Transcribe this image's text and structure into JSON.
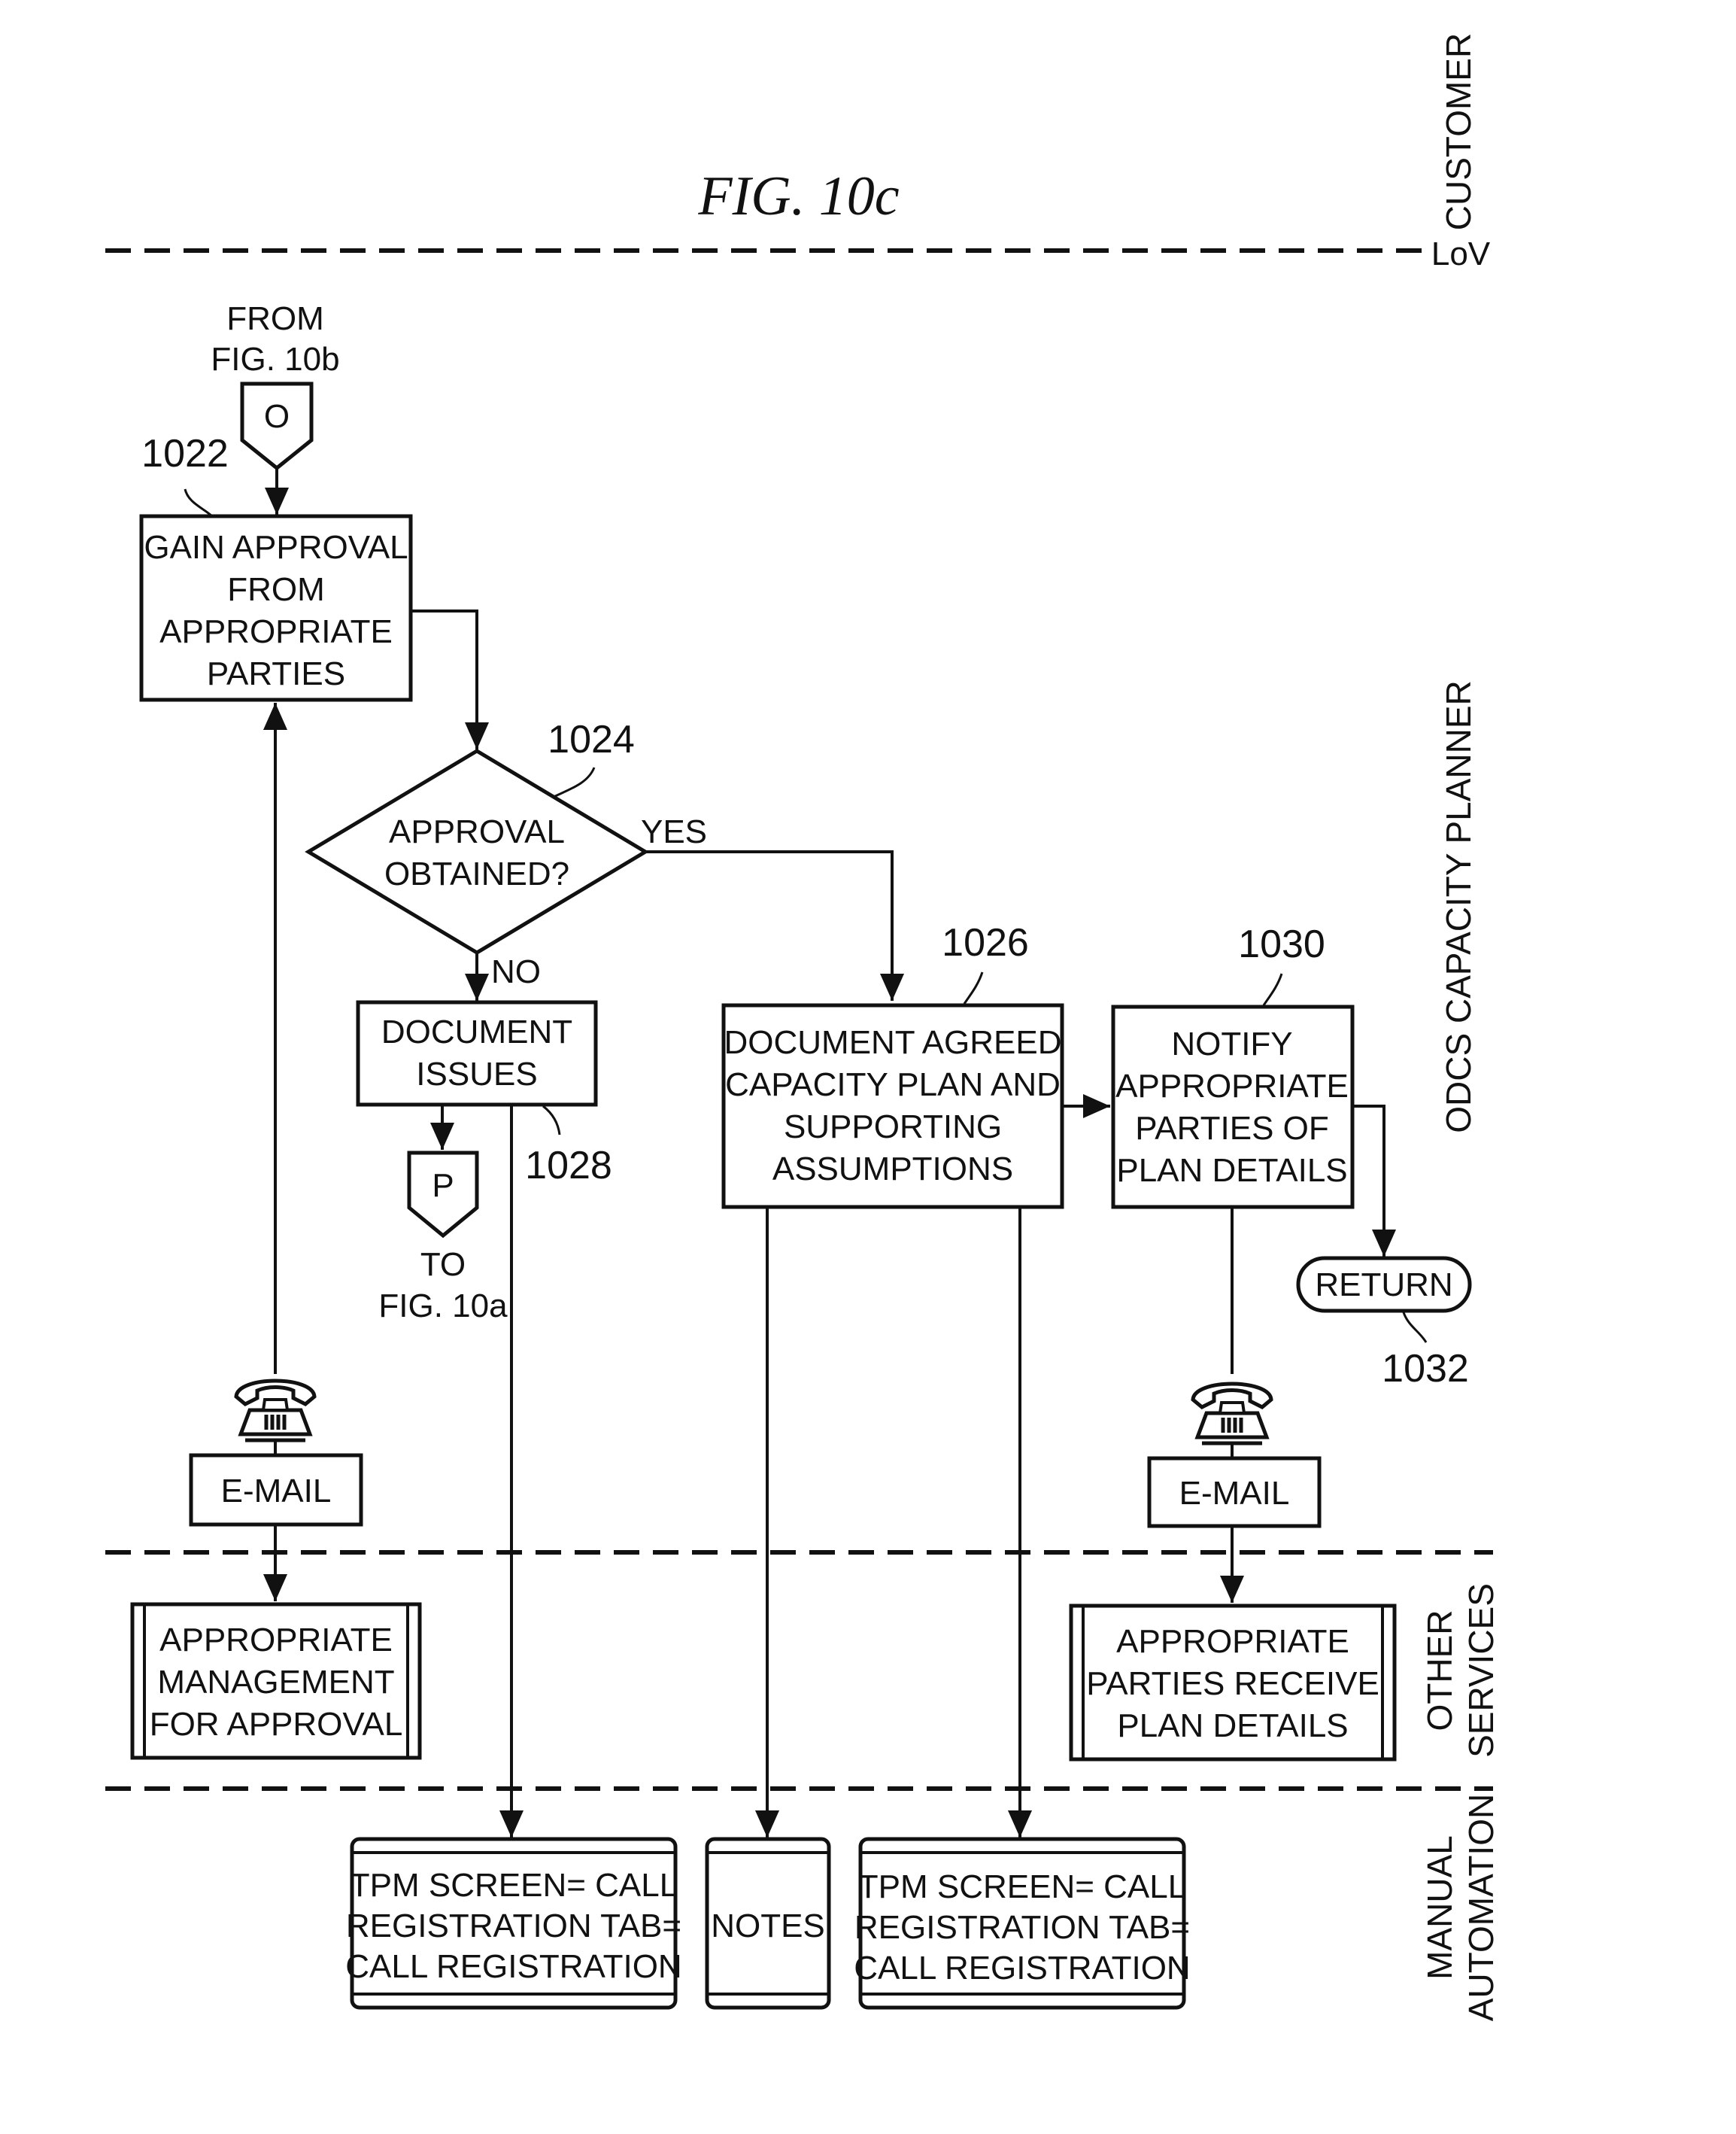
{
  "title": "FIG. 10c",
  "lanes": {
    "customer": "CUSTOMER",
    "lov": "LoV",
    "planner": "ODCS CAPACITY PLANNER",
    "other": [
      "OTHER",
      "SERVICES"
    ],
    "manual": [
      "MANUAL",
      "AUTOMATION"
    ]
  },
  "from_connector": {
    "text": [
      "FROM",
      "FIG. 10b"
    ],
    "symbol": "O"
  },
  "to_connector": {
    "text": [
      "TO",
      "FIG. 10a"
    ],
    "symbol": "P"
  },
  "steps": {
    "gain": {
      "ref": "1022",
      "lines": [
        "GAIN APPROVAL",
        "FROM",
        "APPROPRIATE",
        "PARTIES"
      ]
    },
    "decision": {
      "ref": "1024",
      "lines": [
        "APPROVAL",
        "OBTAINED?"
      ],
      "yes": "YES",
      "no": "NO"
    },
    "issues": {
      "ref": "1028",
      "lines": [
        "DOCUMENT",
        "ISSUES"
      ]
    },
    "agreed": {
      "ref": "1026",
      "lines": [
        "DOCUMENT AGREED",
        "CAPACITY PLAN AND",
        "SUPPORTING",
        "ASSUMPTIONS"
      ]
    },
    "notify": {
      "ref": "1030",
      "lines": [
        "NOTIFY",
        "APPROPRIATE",
        "PARTIES OF",
        "PLAN DETAILS"
      ]
    },
    "return": {
      "ref": "1032",
      "label": "RETURN"
    }
  },
  "email_label": "E-MAIL",
  "phone_icon": "telephone-icon",
  "other_services": {
    "management": [
      "APPROPRIATE",
      "MANAGEMENT",
      "FOR APPROVAL"
    ],
    "receive": [
      "APPROPRIATE",
      "PARTIES RECEIVE",
      "PLAN DETAILS"
    ]
  },
  "automation": {
    "tpm": [
      "TPM SCREEN= CALL",
      "REGISTRATION TAB=",
      "CALL REGISTRATION"
    ],
    "notes": "NOTES"
  }
}
